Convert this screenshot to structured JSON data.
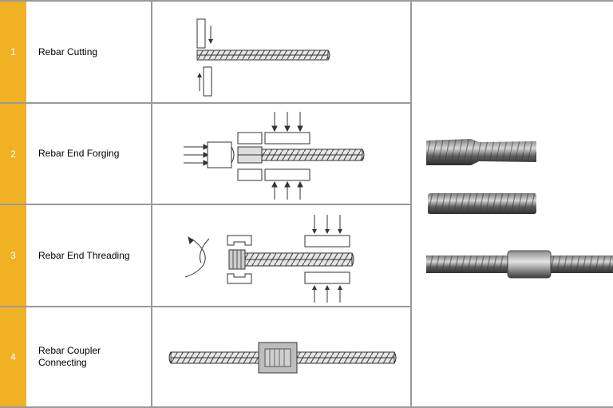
{
  "steps": [
    {
      "number": "1",
      "label": "Rebar Cutting"
    },
    {
      "number": "2",
      "label": "Rebar End Forging"
    },
    {
      "number": "3",
      "label": "Rebar End Threading"
    },
    {
      "number": "4",
      "label": "Rebar Coupler\nConnecting"
    }
  ],
  "colors": {
    "step_number_bg": "#f0b123",
    "grid_lines": "#9a9a9a",
    "line_art": "#333333"
  }
}
